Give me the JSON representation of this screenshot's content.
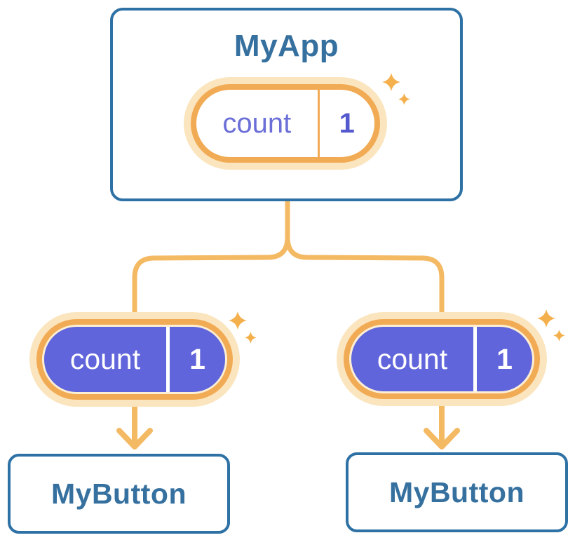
{
  "app": {
    "title": "MyApp",
    "state": {
      "name": "count",
      "value": "1"
    }
  },
  "children": [
    {
      "title": "MyButton",
      "state": {
        "name": "count",
        "value": "1"
      }
    },
    {
      "title": "MyButton",
      "state": {
        "name": "count",
        "value": "1"
      }
    }
  ],
  "colors": {
    "background": "#FFFFFF",
    "card_bg": "#FFFFFF",
    "card_border": "#2E71A5",
    "heading_text": "#35709F",
    "pill_halo": "#FBE5BE",
    "pill_ring": "#F2AB55",
    "pill_inner_gap": "#FCEFD4",
    "pill_fill_active": "#6165DB",
    "pill_fill_inactive": "#FFFFFF",
    "state_name_text": "#6B6FD7",
    "state_value_text": "#5559CE",
    "connector": "#F4B963",
    "sparkle": "#F5B04E"
  }
}
